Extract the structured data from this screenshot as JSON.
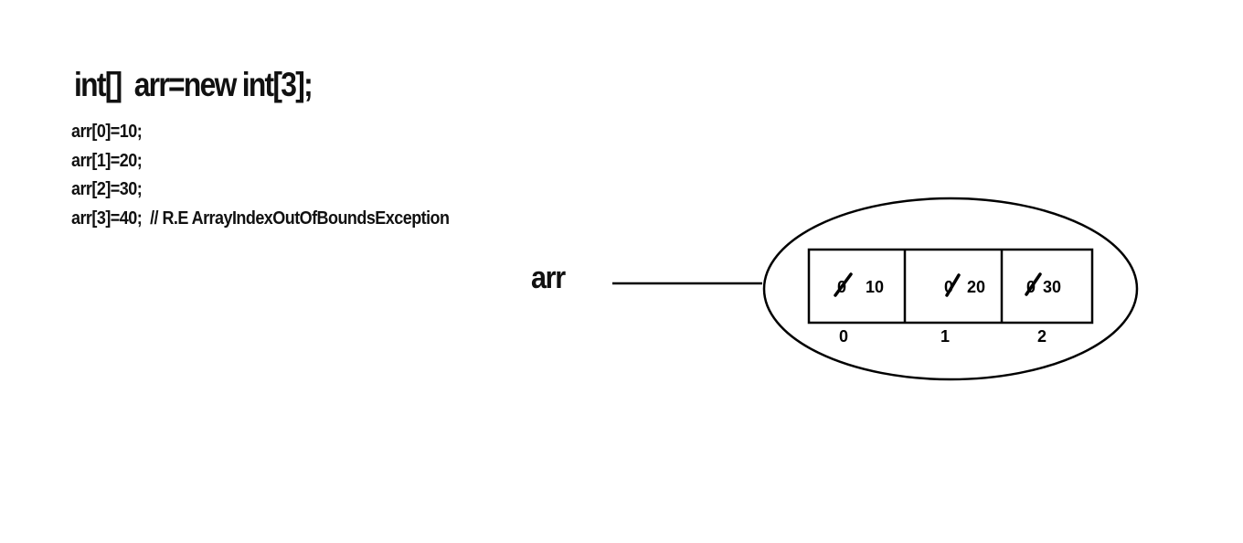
{
  "code": {
    "declaration": "int[]  arr=new int[3];",
    "lines": [
      "arr[0]=10;",
      "arr[1]=20;",
      "arr[2]=30;",
      "arr[3]=40;  // R.E ArrayIndexOutOfBoundsException"
    ]
  },
  "reference": {
    "label": "arr"
  },
  "array": {
    "cells": [
      {
        "old_value": "0",
        "new_value": "10",
        "index": "0"
      },
      {
        "old_value": "0",
        "new_value": "20",
        "index": "1"
      },
      {
        "old_value": "0",
        "new_value": "30",
        "index": "2"
      }
    ]
  }
}
